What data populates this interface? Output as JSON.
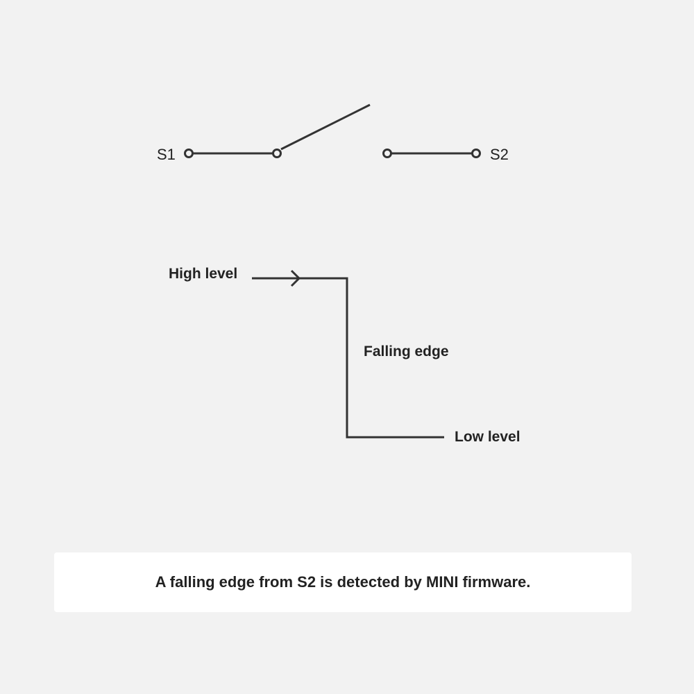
{
  "switch": {
    "left_terminal": "S1",
    "right_terminal": "S2"
  },
  "waveform": {
    "high_label": "High level",
    "edge_label": "Falling edge",
    "low_label": "Low level"
  },
  "caption": "A falling edge from S2 is detected by MINI firmware.",
  "colors": {
    "line": "#333333",
    "background": "#f2f2f2",
    "caption_bg": "#ffffff"
  }
}
